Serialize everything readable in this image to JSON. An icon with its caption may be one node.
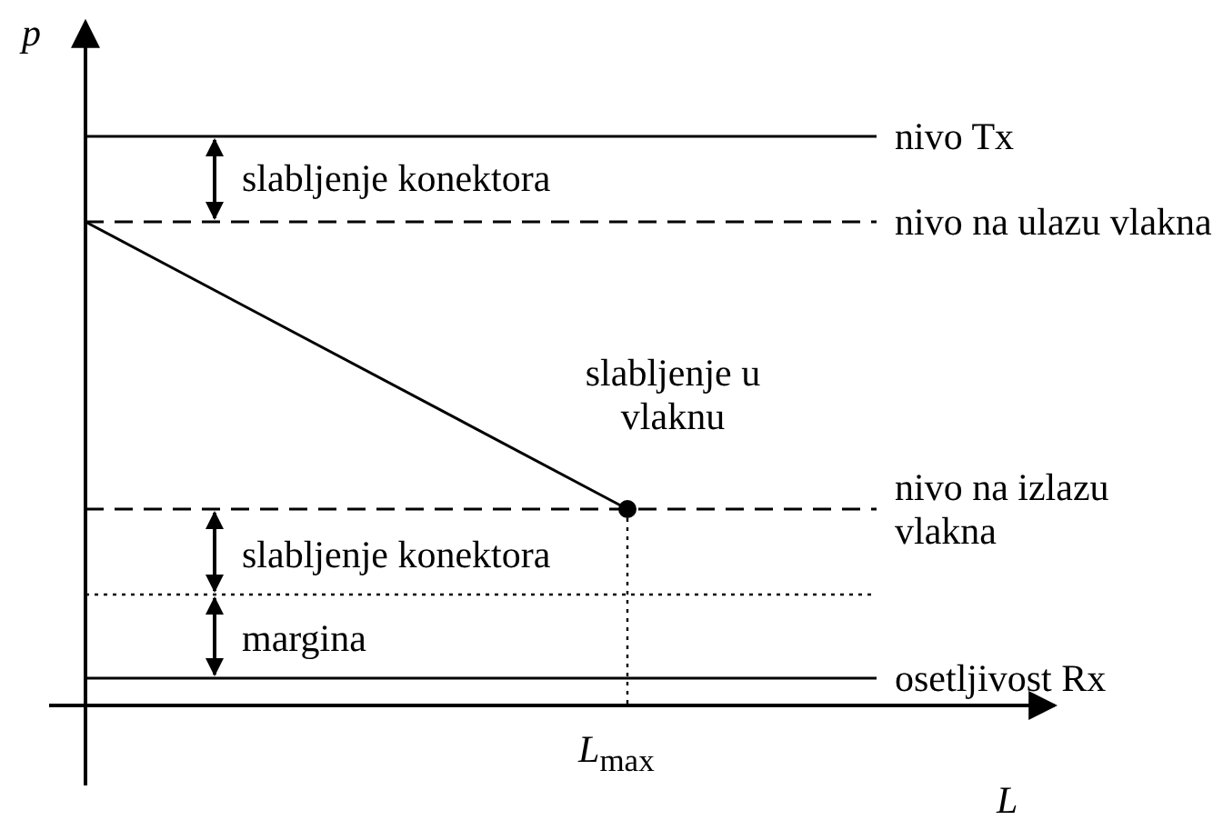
{
  "diagram": {
    "labels": [
      "p",
      "nivo Tx",
      "slabljenje konektora",
      "nivo na ulazu vlakna",
      "slabljenje u vlaknu",
      "nivo na izlazu vlakna",
      "slabljenje konektora",
      "margina",
      "osetljivost Rx",
      "*L*$_{max}$",
      "L"
    ]
  }
}
